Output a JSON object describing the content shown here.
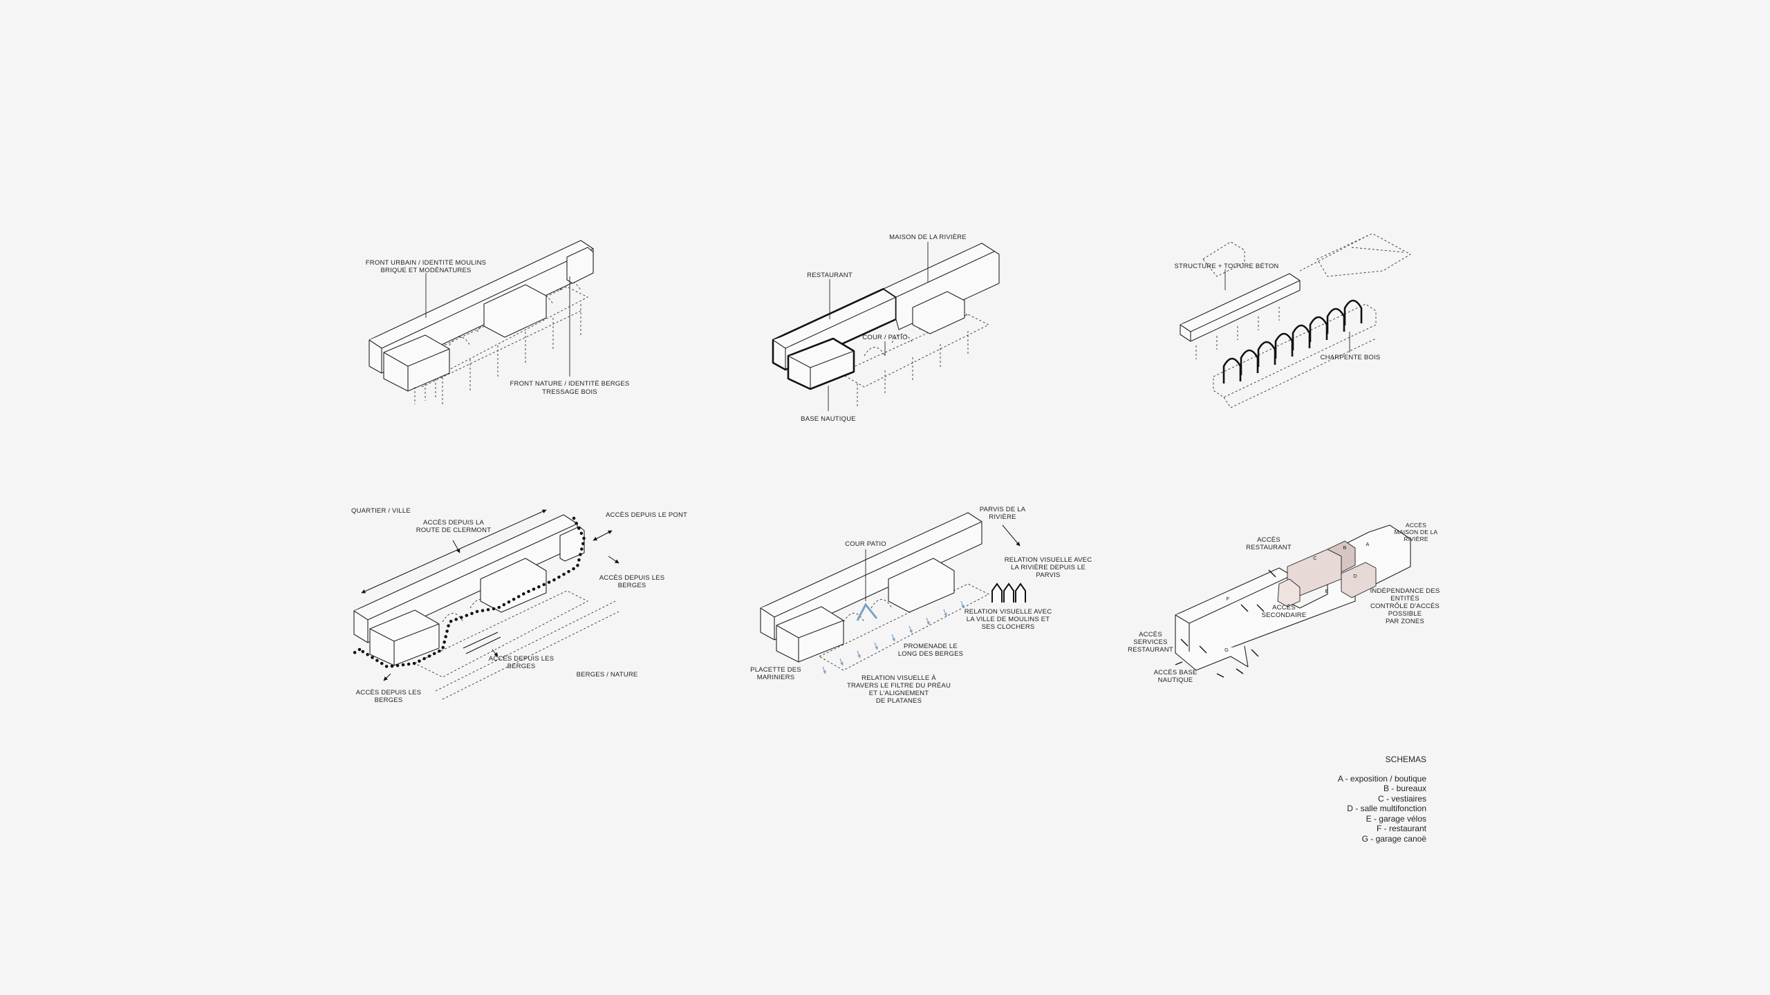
{
  "colors": {
    "background": "#f5f5f5",
    "urban_front": "#efe5e5",
    "nature_front": "#e9dccf",
    "restaurant": "#eadccf",
    "riviere": "#e2e2c8",
    "nautique": "#d8e1e8",
    "zone_fill": "#e7dad6",
    "zone_fill_dark": "#d6c5c1",
    "view_blue": "#7f9fc4"
  },
  "d1": {
    "front_urbain": [
      "FRONT URBAIN / IDENTITÉ MOULINS",
      "BRIQUE ET MODÉNATURES"
    ],
    "front_nature": [
      "FRONT NATURE / IDENTITÉ BERGES",
      "TRESSAGE BOIS"
    ]
  },
  "d2": {
    "maison": "MAISON DE LA RIVIÈRE",
    "restaurant": "RESTAURANT",
    "cour": "COUR / PATIO",
    "base": "BASE NAUTIQUE"
  },
  "d3": {
    "structure": "STRUCTURE + TOITURE BÉTON",
    "charpente": "CHARPENTE BOIS"
  },
  "d4": {
    "quartier": "QUARTIER / VILLE",
    "acces_route": [
      "ACCÈS DEPUIS LA",
      "ROUTE DE CLERMONT"
    ],
    "acces_pont": "ACCÈS DEPUIS LE PONT",
    "acces_berges_right": [
      "ACCÈS DEPUIS LES",
      "BERGES"
    ],
    "acces_berges_mid": [
      "ACCÈS DEPUIS LES",
      "BERGES"
    ],
    "acces_berges_bottom": [
      "ACCÈS DEPUIS LES",
      "BERGES"
    ],
    "berges_nature": "BERGES / NATURE"
  },
  "d5": {
    "parvis": [
      "PARVIS DE LA",
      "RIVIÈRE"
    ],
    "cour_patio": "COUR PATIO",
    "relation_riviere": [
      "RELATION VISUELLE AVEC",
      "LA RIVIÈRE DEPUIS LE",
      "PARVIS"
    ],
    "relation_ville": [
      "RELATION VISUELLE AVEC",
      "LA VILLE DE MOULINS ET",
      "SES CLOCHERS"
    ],
    "promenade": [
      "PROMENADE LE",
      "LONG DES BERGES"
    ],
    "placette": [
      "PLACETTE DES",
      "MARINIERS"
    ],
    "relation_filtre": [
      "RELATION VISUELLE À",
      "TRAVERS LE FILTRE DU PRÉAU",
      "ET L'ALIGNEMENT",
      "DE PLATANES"
    ]
  },
  "d6": {
    "acces_restaurant": [
      "ACCÈS",
      "RESTAURANT"
    ],
    "acces_maison": [
      "ACCÈS",
      "MAISON DE LA",
      "RIVIÈRE"
    ],
    "independance": [
      "INDÉPENDANCE DES",
      "ENTITÉS",
      "CONTRÔLE D'ACCÈS",
      "POSSIBLE",
      "PAR ZONES"
    ],
    "acces_secondaire": [
      "ACCÈS",
      "SECONDAIRE"
    ],
    "acces_services": [
      "ACCÈS",
      "SERVICES",
      "RESTAURANT"
    ],
    "acces_base": [
      "ACCÈS BASE",
      "NAUTIQUE"
    ],
    "zones": [
      "A",
      "B",
      "C",
      "D",
      "E",
      "F",
      "G"
    ]
  },
  "legend": {
    "title": "SCHEMAS",
    "items": [
      "A - exposition / boutique",
      "B - bureaux",
      "C - vestiaires",
      "D - salle multifonction",
      "E - garage vélos",
      "F - restaurant",
      "G - garage canoë"
    ]
  }
}
